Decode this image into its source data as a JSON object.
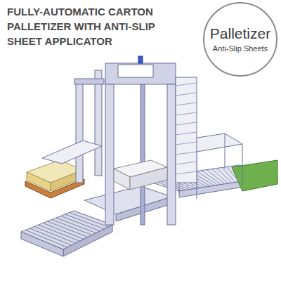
{
  "diagram": {
    "title": "FULLY-AUTOMATIC CARTON PALLETIZER WITH ANTI-SLIP SHEET APPLICATOR",
    "nodes": [
      {
        "text": [
          "Palletizer",
          "Anti-Slip Sheets"
        ]
      }
    ]
  }
}
